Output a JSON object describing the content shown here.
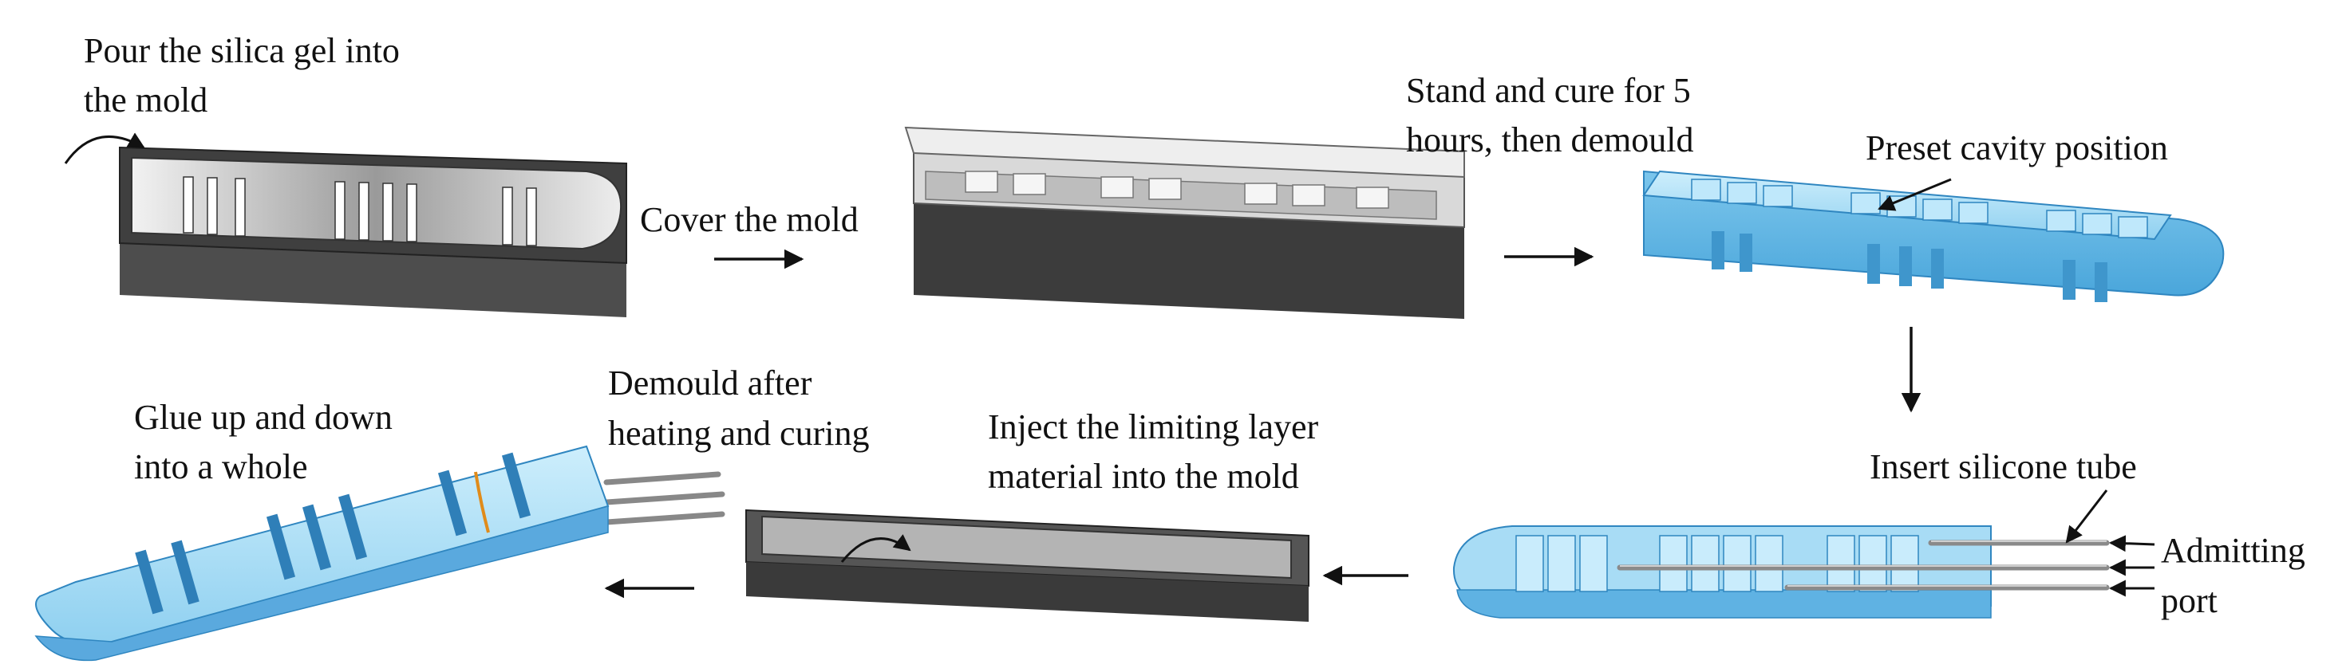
{
  "labels": {
    "pour": [
      "Pour the silica gel into",
      "the mold"
    ],
    "cover": "Cover the mold",
    "stand": [
      "Stand and cure for 5",
      "hours,  then demould"
    ],
    "preset": "Preset cavity position",
    "insert": "Insert silicone tube",
    "admitting": [
      "Admitting",
      "port"
    ],
    "inject": [
      "Inject the limiting layer",
      "material into the mold"
    ],
    "demould_heat": [
      "Demould after",
      "heating and curing"
    ],
    "glue": [
      "Glue up and down",
      "into a whole"
    ]
  },
  "colors": {
    "mold_dark": "#4a4a4a",
    "mold_light": "#b4b4b4",
    "silicone_blue": "#a8dcf5",
    "silicone_edge": "#2f86c0",
    "arrow": "#111111"
  }
}
